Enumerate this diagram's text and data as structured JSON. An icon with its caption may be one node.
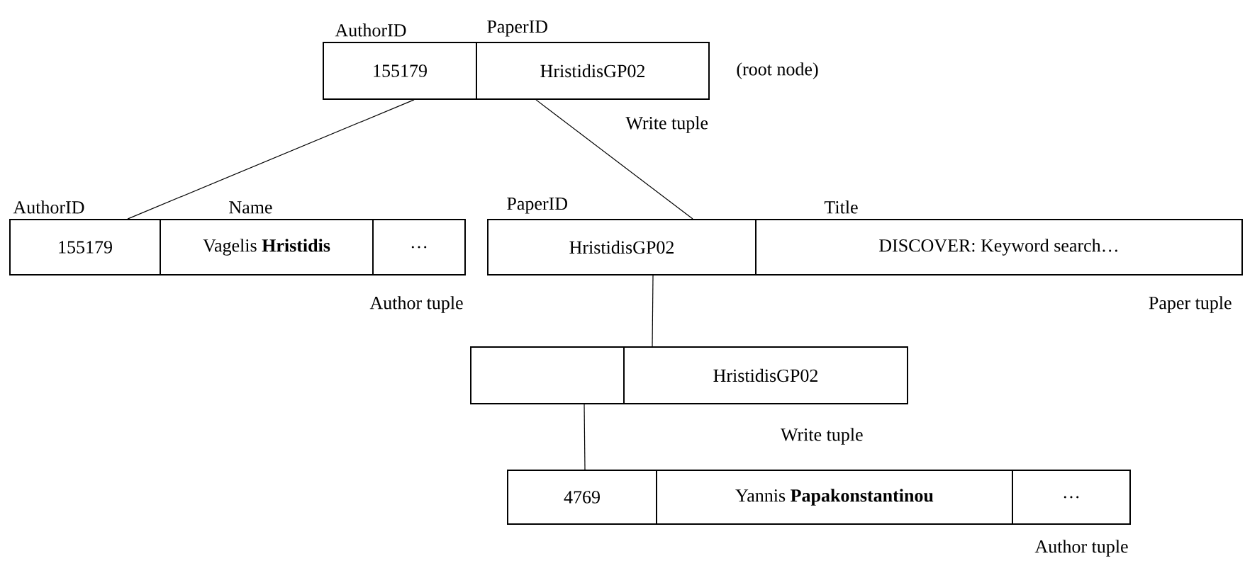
{
  "diagram": {
    "nodes": [
      {
        "text": [],
        "shape": "box",
        "beside": [
          "(root node)",
          "Write tuple"
        ]
      },
      {
        "text": [
          "AuthorID",
          "155179"
        ],
        "in": 0
      },
      {
        "text": [
          "PaperID",
          "HristidisGP02"
        ],
        "in": 0
      },
      {
        "text": [],
        "shape": "box",
        "beside": [
          "Author tuple"
        ]
      },
      {
        "text": [
          "AuthorID",
          "155179"
        ],
        "in": 3
      },
      {
        "text": [
          "Name",
          "Vagelis **Hristidis**"
        ],
        "in": 3
      },
      {
        "text": [
          "…"
        ],
        "in": 3
      },
      {
        "text": [],
        "shape": "box",
        "beside": [
          "Paper tuple"
        ]
      },
      {
        "text": [
          "PaperID",
          "HristidisGP02"
        ],
        "in": 7
      },
      {
        "text": [
          "Title",
          "DISCOVER: Keyword search…"
        ],
        "in": 7
      },
      {
        "text": [],
        "shape": "box",
        "beside": [
          "Write tuple"
        ]
      },
      {
        "text": [],
        "shape": "box",
        "in": 10
      },
      {
        "text": [
          "HristidisGP02"
        ],
        "in": 10
      },
      {
        "text": [],
        "shape": "box",
        "beside": [
          "Author tuple"
        ]
      },
      {
        "text": [
          "4769"
        ],
        "in": 13
      },
      {
        "text": [
          "Yannis **Papakonstantinou**"
        ],
        "in": 13
      },
      {
        "text": [
          "…"
        ],
        "in": 13
      }
    ],
    "edges": [
      {
        "from": 1,
        "to": 4,
        "arrow": "none"
      },
      {
        "from": 2,
        "to": 8,
        "arrow": "none"
      },
      {
        "from": 8,
        "to": 12,
        "arrow": "none"
      },
      {
        "from": 11,
        "to": 14,
        "arrow": "none"
      }
    ]
  }
}
